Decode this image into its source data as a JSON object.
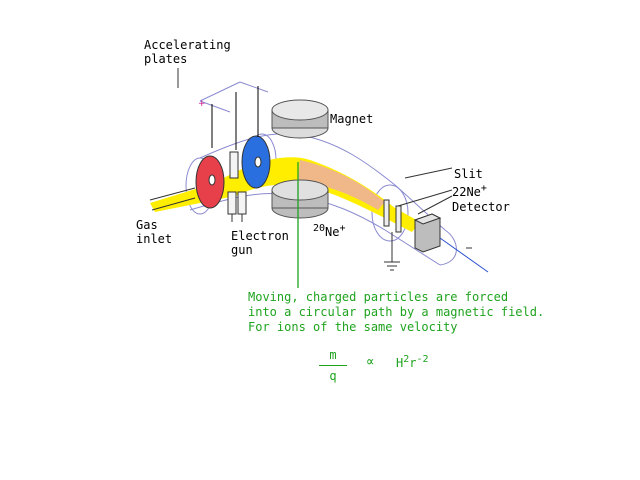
{
  "labels": {
    "accelerating_line1": "Accelerating",
    "accelerating_line2": "plates",
    "magnet": "Magnet",
    "slit": "Slit",
    "ne22_mass": "22",
    "ne22_ion": "Ne",
    "ne22_charge": "+",
    "detector": "Detector",
    "gas_line1": "Gas",
    "gas_line2": "inlet",
    "electron_line1": "Electron",
    "electron_line2": "gun",
    "ne20_mass": "20",
    "ne20_ion": "Ne",
    "ne20_charge": "+"
  },
  "note": {
    "line1": "Moving, charged particles are forced",
    "line2": "into a circular path by a magnetic field.",
    "line3": "For ions of the same velocity"
  },
  "equation": {
    "numerator": "m",
    "denominator": "q",
    "proportional": "∝",
    "rhs_h": "H",
    "rhs_h_exp": "2",
    "rhs_r": "r",
    "rhs_r_exp": "-2"
  },
  "colors": {
    "tube_outline": "#8a8ad0",
    "beam_yellow": "#ffee00",
    "beam_orange": "#f0b888",
    "plate_red": "#e8404a",
    "plate_blue": "#2a6fe0",
    "magnet_gray": "#bdbdbd",
    "label_green": "#1fa31f"
  }
}
